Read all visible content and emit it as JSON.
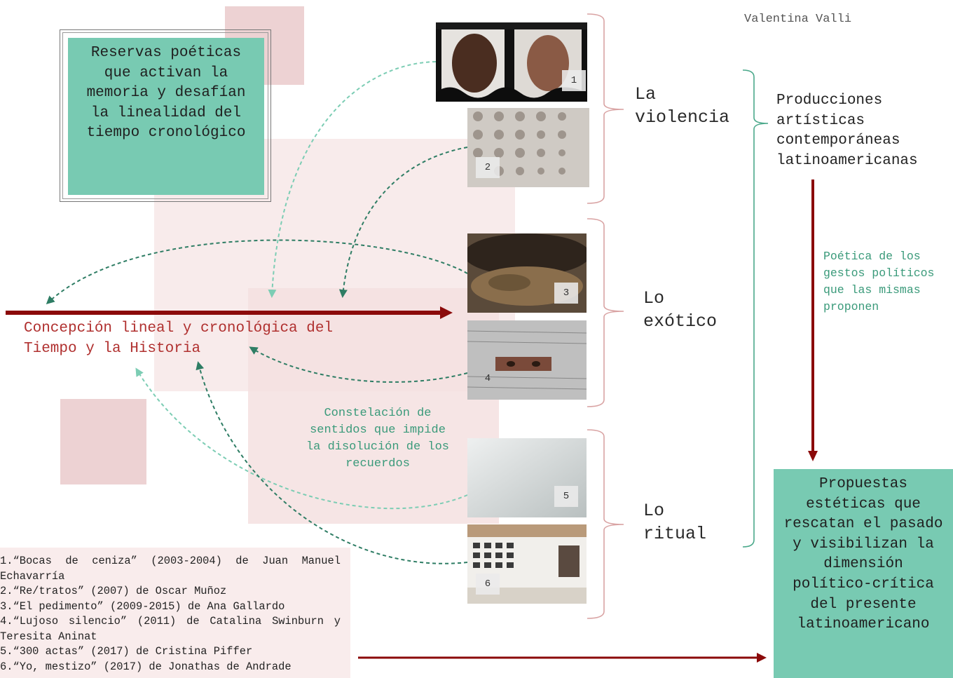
{
  "author": "Valentina Valli",
  "memory_box": "Reservas poéticas que activan la memoria y desafían la linealidad del tiempo cronológico",
  "timeline_label": "Concepción lineal y cronológica del Tiempo y la Historia",
  "constellation_text": "Constelación de sentidos que impide la disolución de los recuerdos",
  "categories": {
    "violencia": "La\nviolencia",
    "exotico": "Lo\nexótico",
    "ritual": "Lo\nritual"
  },
  "productions_label": "Producciones artísticas contemporáneas latinoamericanas",
  "poetics_label": "Poética de los gestos políticos que las mismas proponen",
  "proposals_box": "Propuestas estéticas que rescatan el pasado y visibilizan la dimensión político-crítica del presente latinoamericano",
  "images": [
    {
      "number": "1"
    },
    {
      "number": "2"
    },
    {
      "number": "3"
    },
    {
      "number": "4"
    },
    {
      "number": "5"
    },
    {
      "number": "6"
    }
  ],
  "works": [
    "1.“Bocas de ceniza” (2003-2004) de Juan Manuel Echavarría",
    "2.“Re/tratos” (2007) de Oscar Muñoz",
    "3.“El pedimento” (2009-2015) de Ana Gallardo",
    "4.“Lujoso silencio” (2011) de Catalina Swinburn y Teresita Aninat",
    "5.“300 actas” (2017) de Cristina Piffer",
    "6.“Yo, mestizo” (2017) de Jonathas de Andrade"
  ],
  "colors": {
    "dark_red": "#8b0a0a",
    "teal_box": "#78cab2",
    "dashed_teal_dark": "#2e7d64",
    "dashed_teal_light": "#7ccdb4",
    "bracket_red": "#d9a3a3",
    "bracket_teal": "#4aa88a",
    "pink_square": "#edd2d3",
    "pink_soft": "#f8ebeb"
  }
}
